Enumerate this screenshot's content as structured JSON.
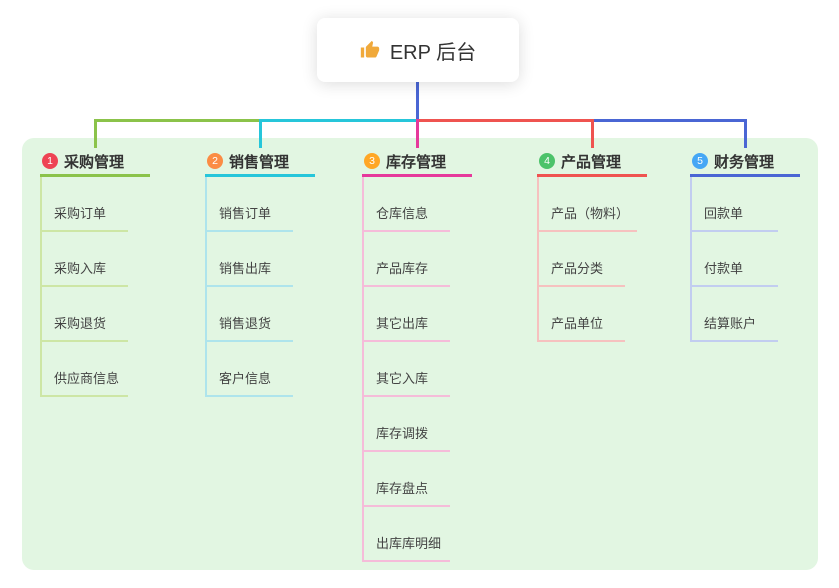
{
  "root": {
    "label": "ERP 后台",
    "icon": "thumbs-up-icon"
  },
  "colors": {
    "panel_bg": "#e2f6e2",
    "root_stem": "#4a66d4",
    "thumb_icon": "#f0a93b"
  },
  "branches": [
    {
      "num": "1",
      "label": "采购管理",
      "badge_color": "#ee4454",
      "line_color": "#8bc34a",
      "child_line_color": "#cde6a5",
      "children": [
        "采购订单",
        "采购入库",
        "采购退货",
        "供应商信息"
      ]
    },
    {
      "num": "2",
      "label": "销售管理",
      "badge_color": "#fb8c44",
      "line_color": "#26c6da",
      "child_line_color": "#aee4ec",
      "children": [
        "销售订单",
        "销售出库",
        "销售退货",
        "客户信息"
      ]
    },
    {
      "num": "3",
      "label": "库存管理",
      "badge_color": "#ffa726",
      "line_color": "#e6399b",
      "child_line_color": "#f5bcd9",
      "children": [
        "仓库信息",
        "产品库存",
        "其它出库",
        "其它入库",
        "库存调拨",
        "库存盘点",
        "出库库明细"
      ]
    },
    {
      "num": "4",
      "label": "产品管理",
      "badge_color": "#4cc36a",
      "line_color": "#ef5350",
      "child_line_color": "#f6c1bf",
      "children": [
        "产品（物料）",
        "产品分类",
        "产品单位"
      ]
    },
    {
      "num": "5",
      "label": "财务管理",
      "badge_color": "#45a7f5",
      "line_color": "#4a66d4",
      "child_line_color": "#c2cdf0",
      "children": [
        "回款单",
        "付款单",
        "结算账户"
      ]
    }
  ]
}
